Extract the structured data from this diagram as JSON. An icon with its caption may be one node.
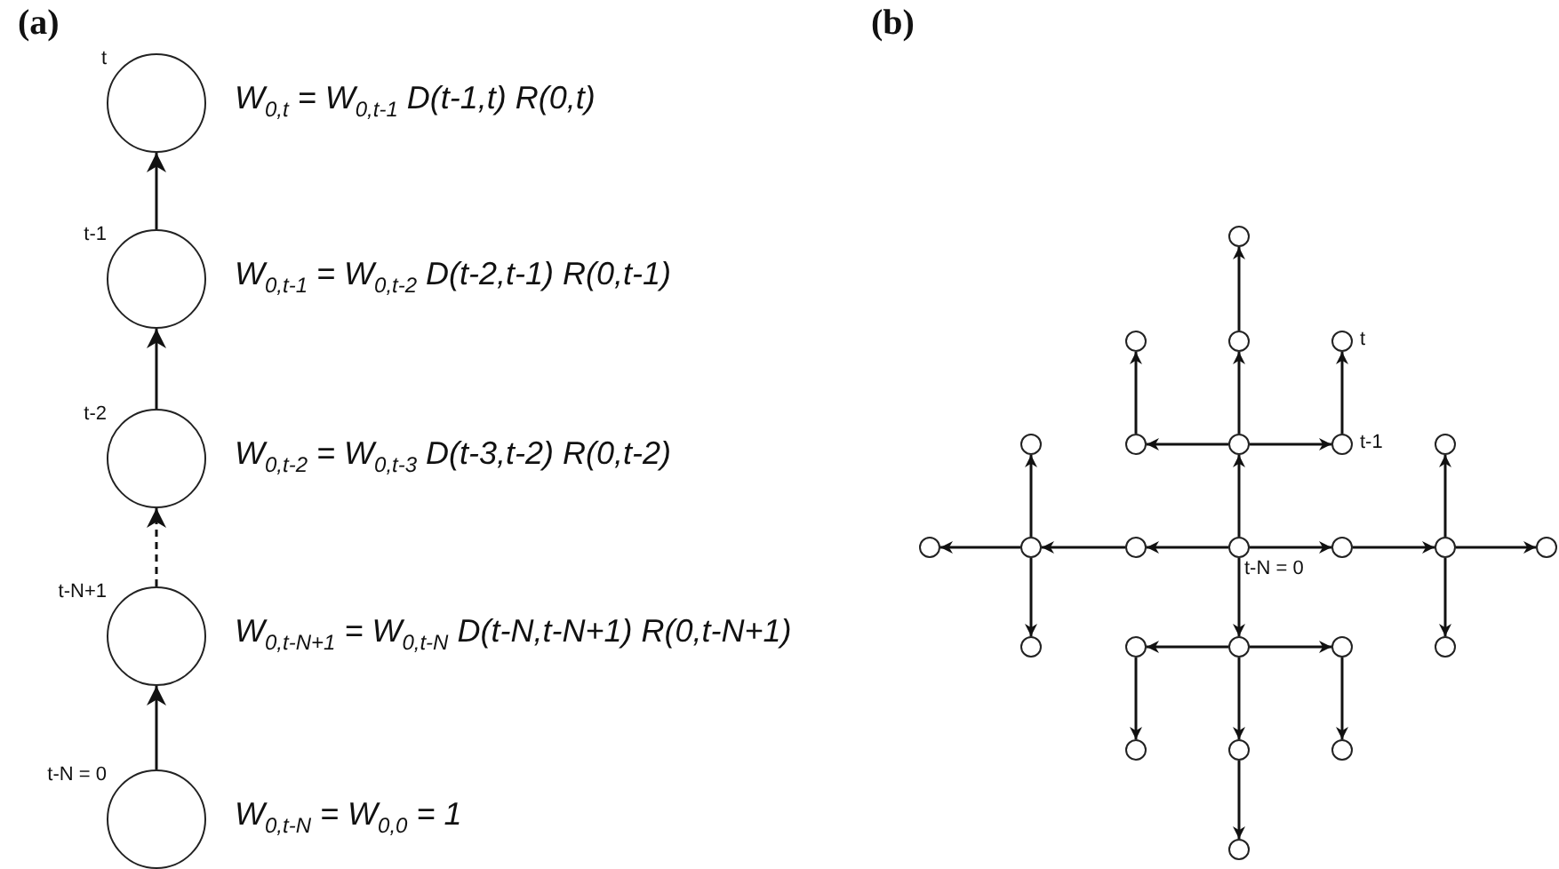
{
  "diagram": {
    "nodes": [
      {
        "text": [],
        "shape": "circle",
        "beside": [
          "t",
          "W$_{0,t}$ = W$_{0,t-1}$ D(t-1,t) R(0,t)"
        ]
      },
      {
        "text": [],
        "shape": "circle",
        "beside": [
          "t-1",
          "W$_{0,t-1}$ = W$_{0,t-2}$ D(t-2,t-1) R(0,t-1)"
        ]
      },
      {
        "text": [],
        "shape": "circle",
        "beside": [
          "t-2",
          "W$_{0,t-2}$ = W$_{0,t-3}$ D(t-3,t-2) R(0,t-2)"
        ]
      },
      {
        "text": [],
        "shape": "circle",
        "beside": [
          "t-N+1",
          "W$_{0,t-N+1}$ = W$_{0,t-N}$ D(t-N,t-N+1) R(0,t-N+1)"
        ]
      },
      {
        "text": [],
        "shape": "circle",
        "beside": [
          "t-N = 0",
          "W$_{0,t-N}$ =  W$_{0,0}$ = 1"
        ]
      },
      {
        "text": [],
        "shape": "circle"
      },
      {
        "text": [],
        "shape": "circle"
      },
      {
        "text": [],
        "shape": "circle"
      },
      {
        "text": [],
        "shape": "circle",
        "beside": [
          "t"
        ]
      },
      {
        "text": [],
        "shape": "circle"
      },
      {
        "text": [],
        "shape": "circle"
      },
      {
        "text": [],
        "shape": "circle"
      },
      {
        "text": [],
        "shape": "circle",
        "beside": [
          "t-1"
        ]
      },
      {
        "text": [],
        "shape": "circle"
      },
      {
        "text": [],
        "shape": "circle"
      },
      {
        "text": [],
        "shape": "circle"
      },
      {
        "text": [],
        "shape": "circle"
      },
      {
        "text": [],
        "shape": "circle",
        "beside": [
          "t-N = 0"
        ]
      },
      {
        "text": [],
        "shape": "circle"
      },
      {
        "text": [],
        "shape": "circle"
      },
      {
        "text": [],
        "shape": "circle"
      },
      {
        "text": [],
        "shape": "circle"
      },
      {
        "text": [],
        "shape": "circle"
      },
      {
        "text": [],
        "shape": "circle"
      },
      {
        "text": [],
        "shape": "circle"
      },
      {
        "text": [],
        "shape": "circle"
      },
      {
        "text": [],
        "shape": "circle"
      },
      {
        "text": [],
        "shape": "circle"
      },
      {
        "text": [],
        "shape": "circle"
      },
      {
        "text": [],
        "shape": "circle"
      }
    ],
    "edges": [
      {
        "from": 1,
        "to": 0,
        "arrow": "to"
      },
      {
        "from": 2,
        "to": 1,
        "arrow": "to"
      },
      {
        "from": 3,
        "to": 2,
        "arrow": "to",
        "style": "dashed"
      },
      {
        "from": 4,
        "to": 3,
        "arrow": "to"
      },
      {
        "from": 17,
        "to": 11,
        "arrow": "to"
      },
      {
        "from": 11,
        "to": 7,
        "arrow": "to"
      },
      {
        "from": 7,
        "to": 5,
        "arrow": "to"
      },
      {
        "from": 11,
        "to": 10,
        "arrow": "to"
      },
      {
        "from": 11,
        "to": 12,
        "arrow": "to"
      },
      {
        "from": 10,
        "to": 6,
        "arrow": "to"
      },
      {
        "from": 12,
        "to": 8,
        "arrow": "to"
      },
      {
        "from": 17,
        "to": 16,
        "arrow": "to"
      },
      {
        "from": 16,
        "to": 15,
        "arrow": "to"
      },
      {
        "from": 15,
        "to": 14,
        "arrow": "to"
      },
      {
        "from": 15,
        "to": 9,
        "arrow": "to"
      },
      {
        "from": 15,
        "to": 21,
        "arrow": "to"
      },
      {
        "from": 17,
        "to": 18,
        "arrow": "to"
      },
      {
        "from": 18,
        "to": 19,
        "arrow": "to"
      },
      {
        "from": 19,
        "to": 20,
        "arrow": "to"
      },
      {
        "from": 19,
        "to": 13,
        "arrow": "to"
      },
      {
        "from": 19,
        "to": 25,
        "arrow": "to"
      },
      {
        "from": 17,
        "to": 23,
        "arrow": "to"
      },
      {
        "from": 23,
        "to": 22,
        "arrow": "to"
      },
      {
        "from": 23,
        "to": 24,
        "arrow": "to"
      },
      {
        "from": 22,
        "to": 26,
        "arrow": "to"
      },
      {
        "from": 24,
        "to": 28,
        "arrow": "to"
      },
      {
        "from": 23,
        "to": 27,
        "arrow": "to"
      },
      {
        "from": 27,
        "to": 29,
        "arrow": "to"
      }
    ],
    "labels": [
      "(a)",
      "(b)"
    ]
  }
}
